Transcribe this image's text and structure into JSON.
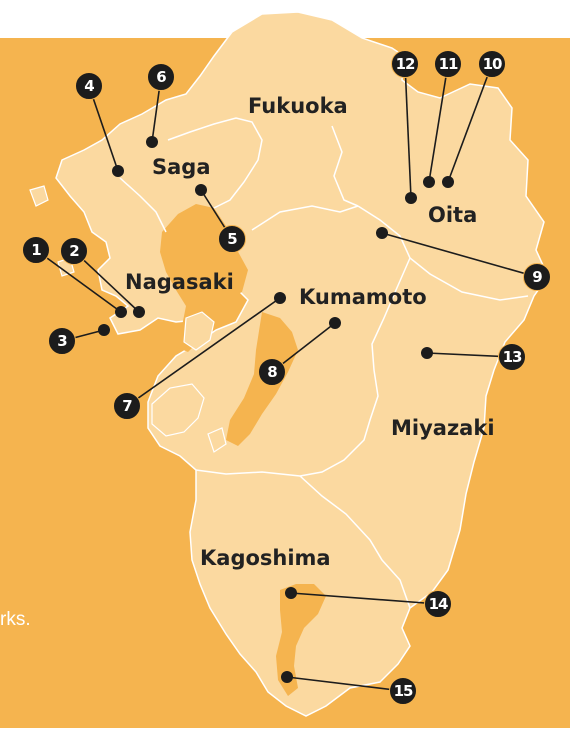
{
  "colors": {
    "sea": "#f5b44f",
    "land": "#fbd9a0",
    "border": "#ffffff",
    "marker": "#1c1c1c",
    "marker_text": "#ffffff"
  },
  "caption": "rks.",
  "regions": {
    "fukuoka": "Fukuoka",
    "saga": "Saga",
    "nagasaki": "Nagasaki",
    "kumamoto": "Kumamoto",
    "oita": "Oita",
    "miyazaki": "Miyazaki",
    "kagoshima": "Kagoshima"
  },
  "markers": [
    "1",
    "2",
    "3",
    "4",
    "5",
    "6",
    "7",
    "8",
    "9",
    "10",
    "11",
    "12",
    "13",
    "14",
    "15"
  ]
}
